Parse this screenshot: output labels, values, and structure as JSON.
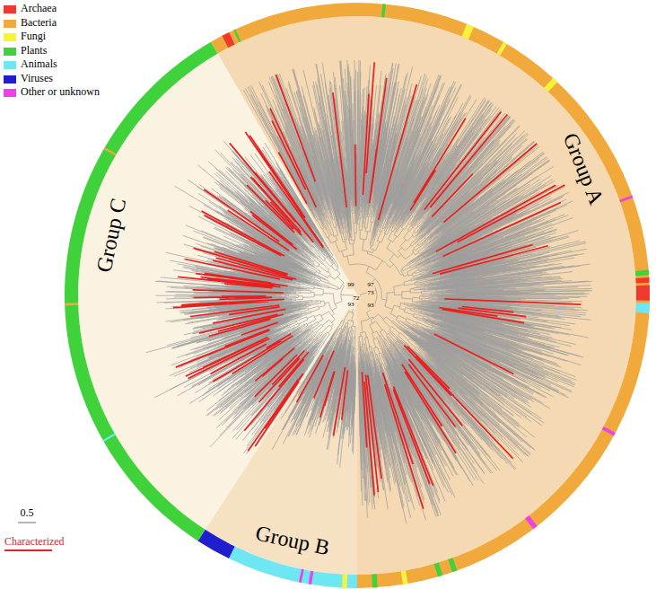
{
  "diagram": {
    "labels": [
      "Group A",
      "Group B",
      "Group C",
      "99",
      "97",
      "73",
      "72",
      "93",
      "93",
      "0.5"
    ],
    "legend": [
      {
        "text": "Archaea",
        "color": "#ee3a2c"
      },
      {
        "text": "Bacteria",
        "color": "#f2a93b"
      },
      {
        "text": "Fungi",
        "color": "#f7f23c"
      },
      {
        "text": "Plants",
        "color": "#3fd23a"
      },
      {
        "text": "Animals",
        "color": "#6fe7f2"
      },
      {
        "text": "Viruses",
        "color": "#1f1fd0"
      },
      {
        "text": "Other or unknown",
        "color": "#ea43ea"
      },
      {
        "text": "Characterized"
      }
    ]
  }
}
